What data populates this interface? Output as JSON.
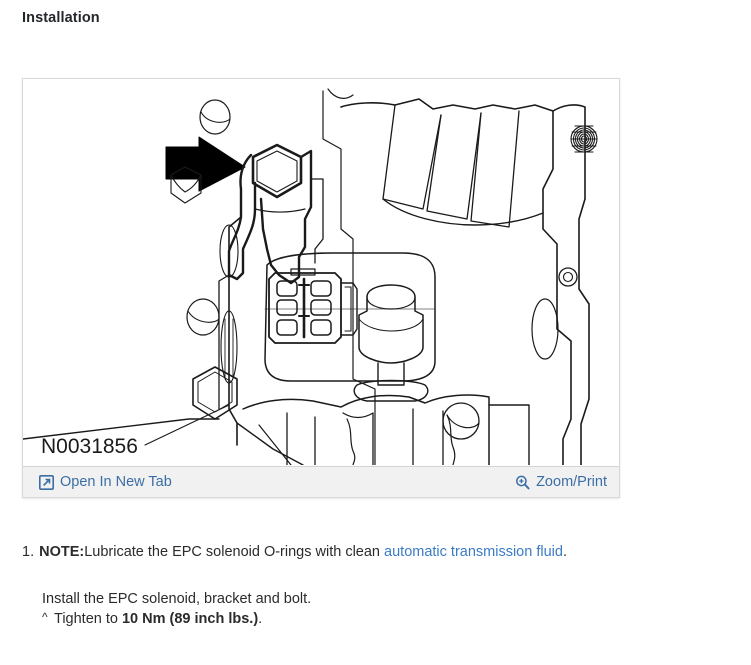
{
  "page": {
    "title": "Installation",
    "background_color": "#ffffff",
    "text_color": "#2b2b2b",
    "link_color": "#3b7cc4",
    "accent_color": "#3b6ea5"
  },
  "figure": {
    "caption_id": "N0031856",
    "alt_description": "Line drawing of transmission case showing EPC solenoid, bracket and bolt; black arrow points to the hex bolt head.",
    "toolbar": {
      "open_new_tab_label": "Open In New Tab",
      "open_new_tab_icon": "external-link-icon",
      "zoom_print_label": "Zoom/Print",
      "zoom_print_icon": "magnifier-plus-icon",
      "background_color": "#f1f1f1",
      "border_color": "#d5d5d5"
    }
  },
  "steps": [
    {
      "number": "1.",
      "note_label": "NOTE:",
      "note_text_before_link": "Lubricate the EPC solenoid O-rings with clean ",
      "link_text": "automatic transmission fluid",
      "text_after_link": ".",
      "instruction": "Install the EPC solenoid, bracket and bolt.",
      "sub_bullet_marker": "^",
      "sub_text_before_bold": "Tighten to ",
      "sub_bold_text": "10 Nm (89 inch lbs.)",
      "sub_text_after_bold": "."
    }
  ]
}
